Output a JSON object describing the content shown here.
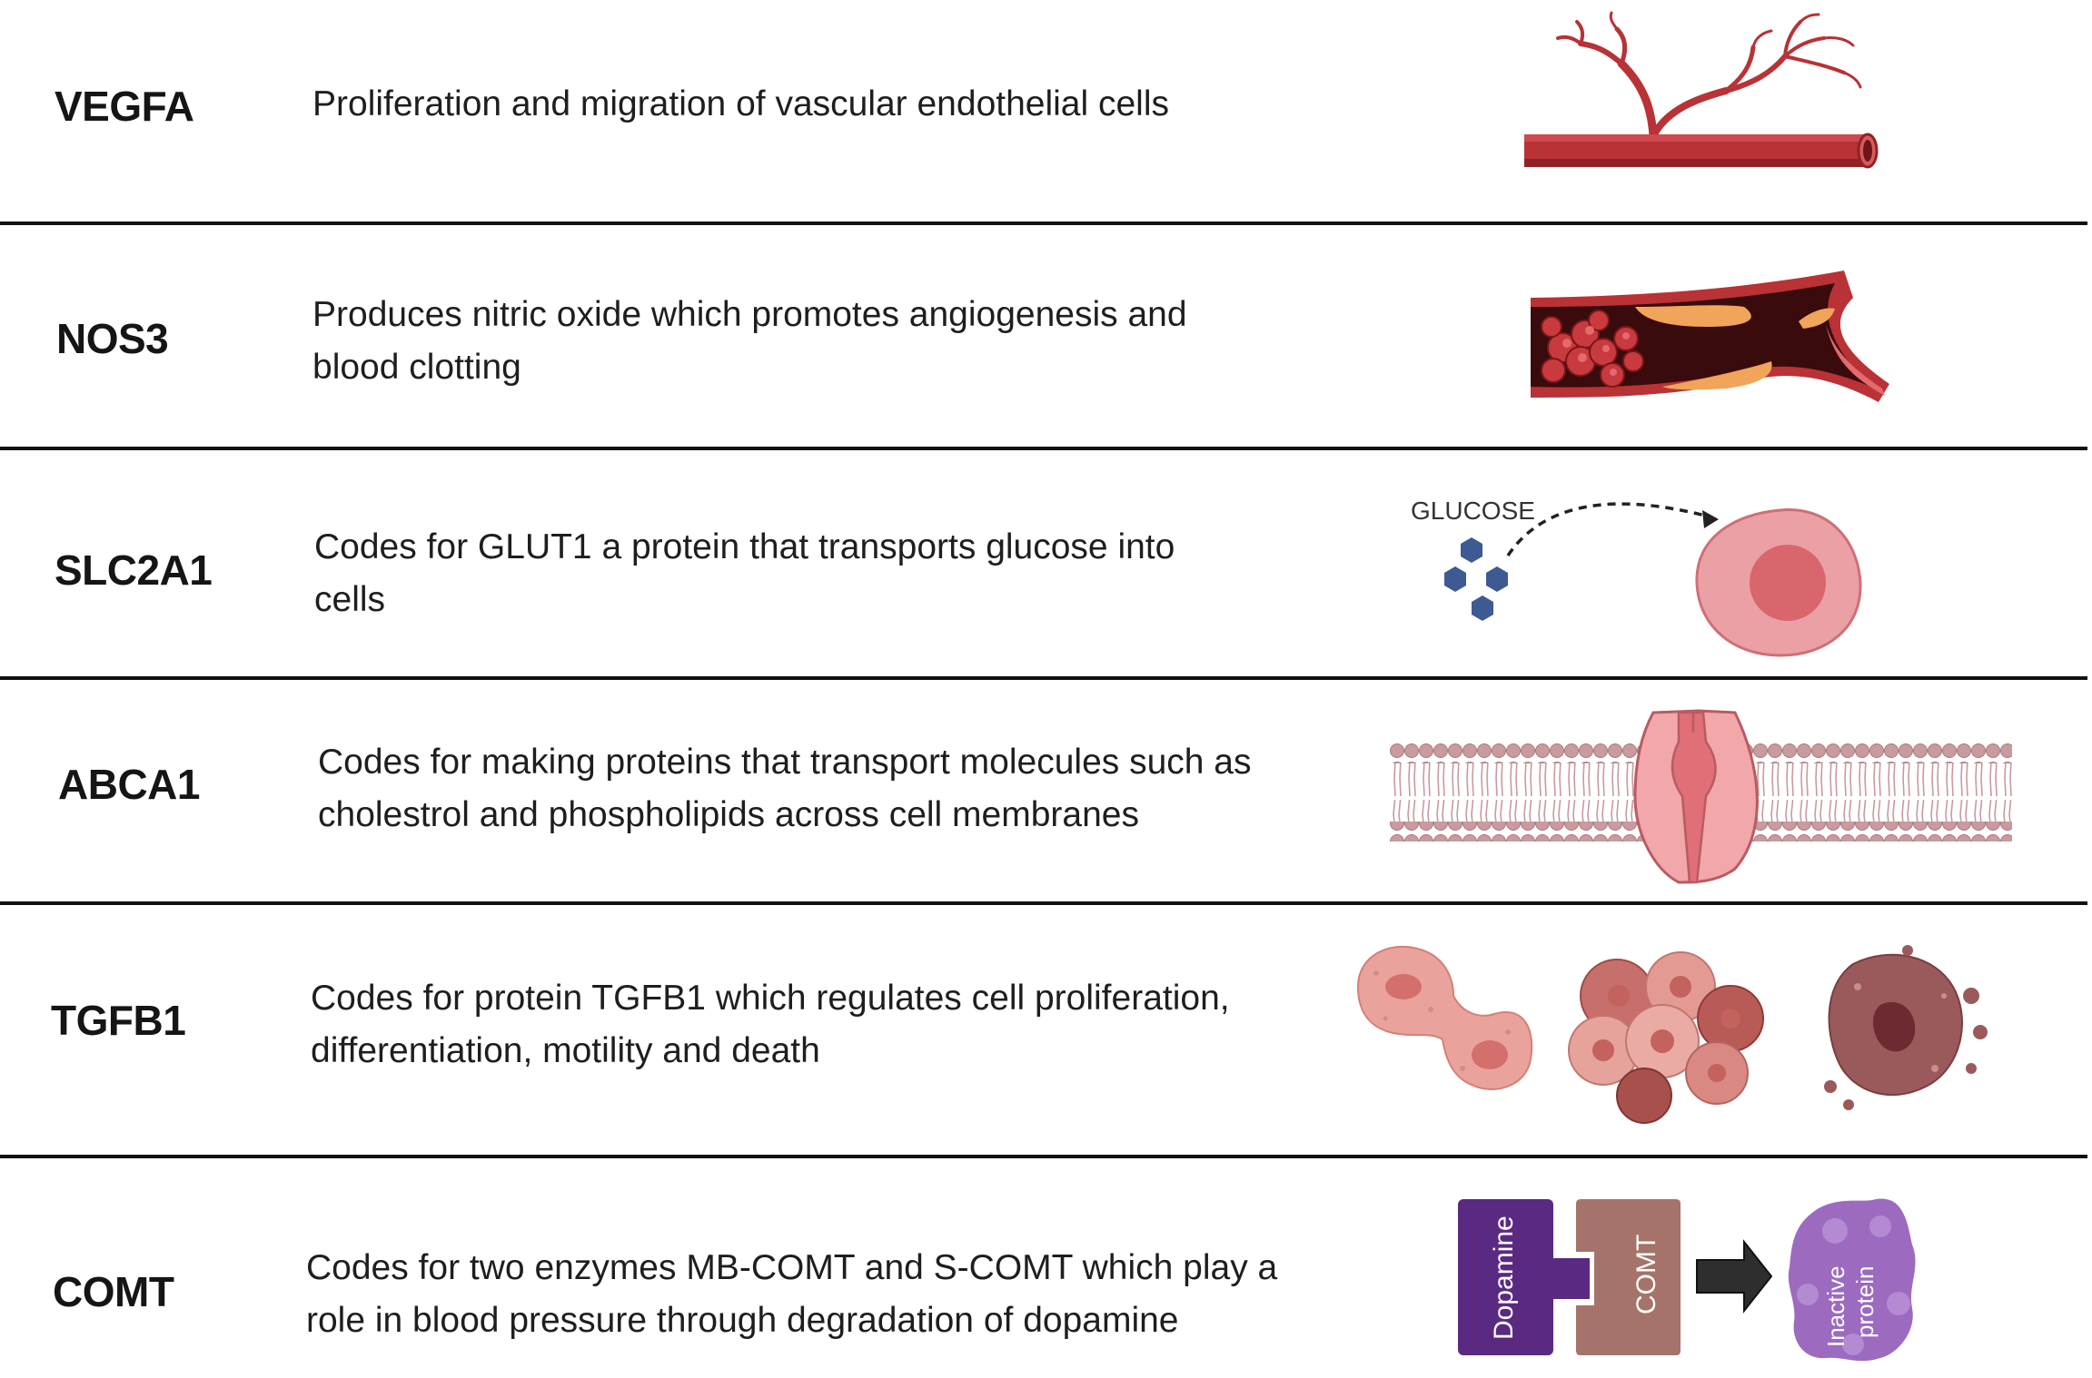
{
  "rows": [
    {
      "gene": "VEGFA",
      "description": [
        "Proliferation and migration of vascular endothelial cells"
      ],
      "icon": "blood-vessel-branching-icon"
    },
    {
      "gene": "NOS3",
      "description": [
        "Produces nitric oxide which promotes angiogenesis and",
        "blood clotting"
      ],
      "icon": "blood-clot-artery-icon"
    },
    {
      "gene": "SLC2A1",
      "description": [
        "Codes for GLUT1 a protein that transports glucose into",
        "cells"
      ],
      "icon": "glucose-transport-cell-icon",
      "icon_label": "GLUCOSE"
    },
    {
      "gene": "ABCA1",
      "description": [
        "Codes for making proteins that transport molecules such as",
        "cholestrol and phospholipids across cell membranes"
      ],
      "icon": "membrane-transporter-icon"
    },
    {
      "gene": "TGFB1",
      "description": [
        "Codes for protein TGFB1 which regulates cell proliferation,",
        "differentiation, motility and death"
      ],
      "icon": "cell-division-death-icon"
    },
    {
      "gene": "COMT",
      "description": [
        "Codes for two enzymes MB-COMT and S-COMT which  play a",
        "role in blood pressure  through degradation of dopamine"
      ],
      "icon": "dopamine-degradation-icon",
      "icon_labels": {
        "dopamine": "Dopamine",
        "comt": "COMT",
        "inactive_line1": "Inactive",
        "inactive_line2": "protein"
      }
    }
  ],
  "colors": {
    "vessel": "#b83236",
    "vessel_dark": "#8f2226",
    "cell": "#e69aa0",
    "glucose": "#3e5a92",
    "membrane": "#c99a9e",
    "transporter": "#f2a7ab",
    "dopamine_box": "#5a2a82",
    "comt_box": "#a5736a",
    "inactive": "#9c6bbf"
  }
}
